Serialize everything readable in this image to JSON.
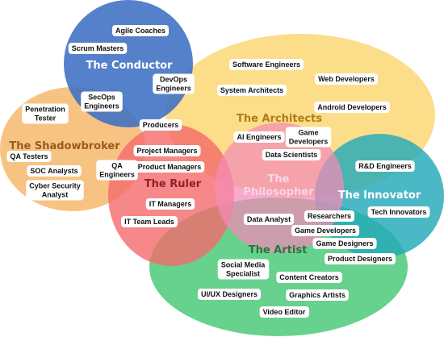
{
  "diagram": {
    "groups": [
      {
        "id": "artist",
        "name": "The Artist",
        "color": "#4cc97a",
        "label_color": "#217a3f"
      },
      {
        "id": "architects",
        "name": "The Architects",
        "color": "#fbd56b",
        "label_color": "#b07d12"
      },
      {
        "id": "innovator",
        "name": "The Innovator",
        "color": "#23a9b8",
        "label_color": "#ffffff"
      },
      {
        "id": "shadowbroker",
        "name": "The Shadowbroker",
        "color": "#f6b86d",
        "label_color": "#9b5a1c"
      },
      {
        "id": "conductor",
        "name": "The Conductor",
        "color": "#3d6fc3",
        "label_color": "#ffffff"
      },
      {
        "id": "ruler",
        "name": "The Ruler",
        "color": "#f46a6c",
        "label_color": "#8f1f2a"
      },
      {
        "id": "philosopher",
        "name": "The Philosopher",
        "color": "#f48ab8",
        "label_color": "#f6d7e6"
      }
    ],
    "roles": [
      {
        "lines": [
          "Agile Coaches"
        ]
      },
      {
        "lines": [
          "Scrum Masters"
        ]
      },
      {
        "lines": [
          "DevOps",
          "Engineers"
        ]
      },
      {
        "lines": [
          "SecOps",
          "Engineers"
        ]
      },
      {
        "lines": [
          "Software Engineers"
        ]
      },
      {
        "lines": [
          "System Architects"
        ]
      },
      {
        "lines": [
          "Web Developers"
        ]
      },
      {
        "lines": [
          "Android Developers"
        ]
      },
      {
        "lines": [
          "Penetration",
          "Tester"
        ]
      },
      {
        "lines": [
          "Producers"
        ]
      },
      {
        "lines": [
          "AI Engineers"
        ]
      },
      {
        "lines": [
          "Game",
          "Developers"
        ]
      },
      {
        "lines": [
          "Data Scientists"
        ]
      },
      {
        "lines": [
          "QA Testers"
        ]
      },
      {
        "lines": [
          "Project Managers"
        ]
      },
      {
        "lines": [
          "QA",
          "Engineers"
        ]
      },
      {
        "lines": [
          "Product Managers"
        ]
      },
      {
        "lines": [
          "SOC Analysts"
        ]
      },
      {
        "lines": [
          "Cyber Security",
          "Analyst"
        ]
      },
      {
        "lines": [
          "R&D Engineers"
        ]
      },
      {
        "lines": [
          "IT Managers"
        ]
      },
      {
        "lines": [
          "IT Team Leads"
        ]
      },
      {
        "lines": [
          "Data Analyst"
        ]
      },
      {
        "lines": [
          "Researchers"
        ]
      },
      {
        "lines": [
          "Tech Innovators"
        ]
      },
      {
        "lines": [
          "Game Developers"
        ]
      },
      {
        "lines": [
          "Game Designers"
        ]
      },
      {
        "lines": [
          "Product Designers"
        ]
      },
      {
        "lines": [
          "Social Media",
          "Specialist"
        ]
      },
      {
        "lines": [
          "Content Creators"
        ]
      },
      {
        "lines": [
          "UI/UX Designers"
        ]
      },
      {
        "lines": [
          "Graphics Artists"
        ]
      },
      {
        "lines": [
          "Video Editor"
        ]
      }
    ]
  }
}
